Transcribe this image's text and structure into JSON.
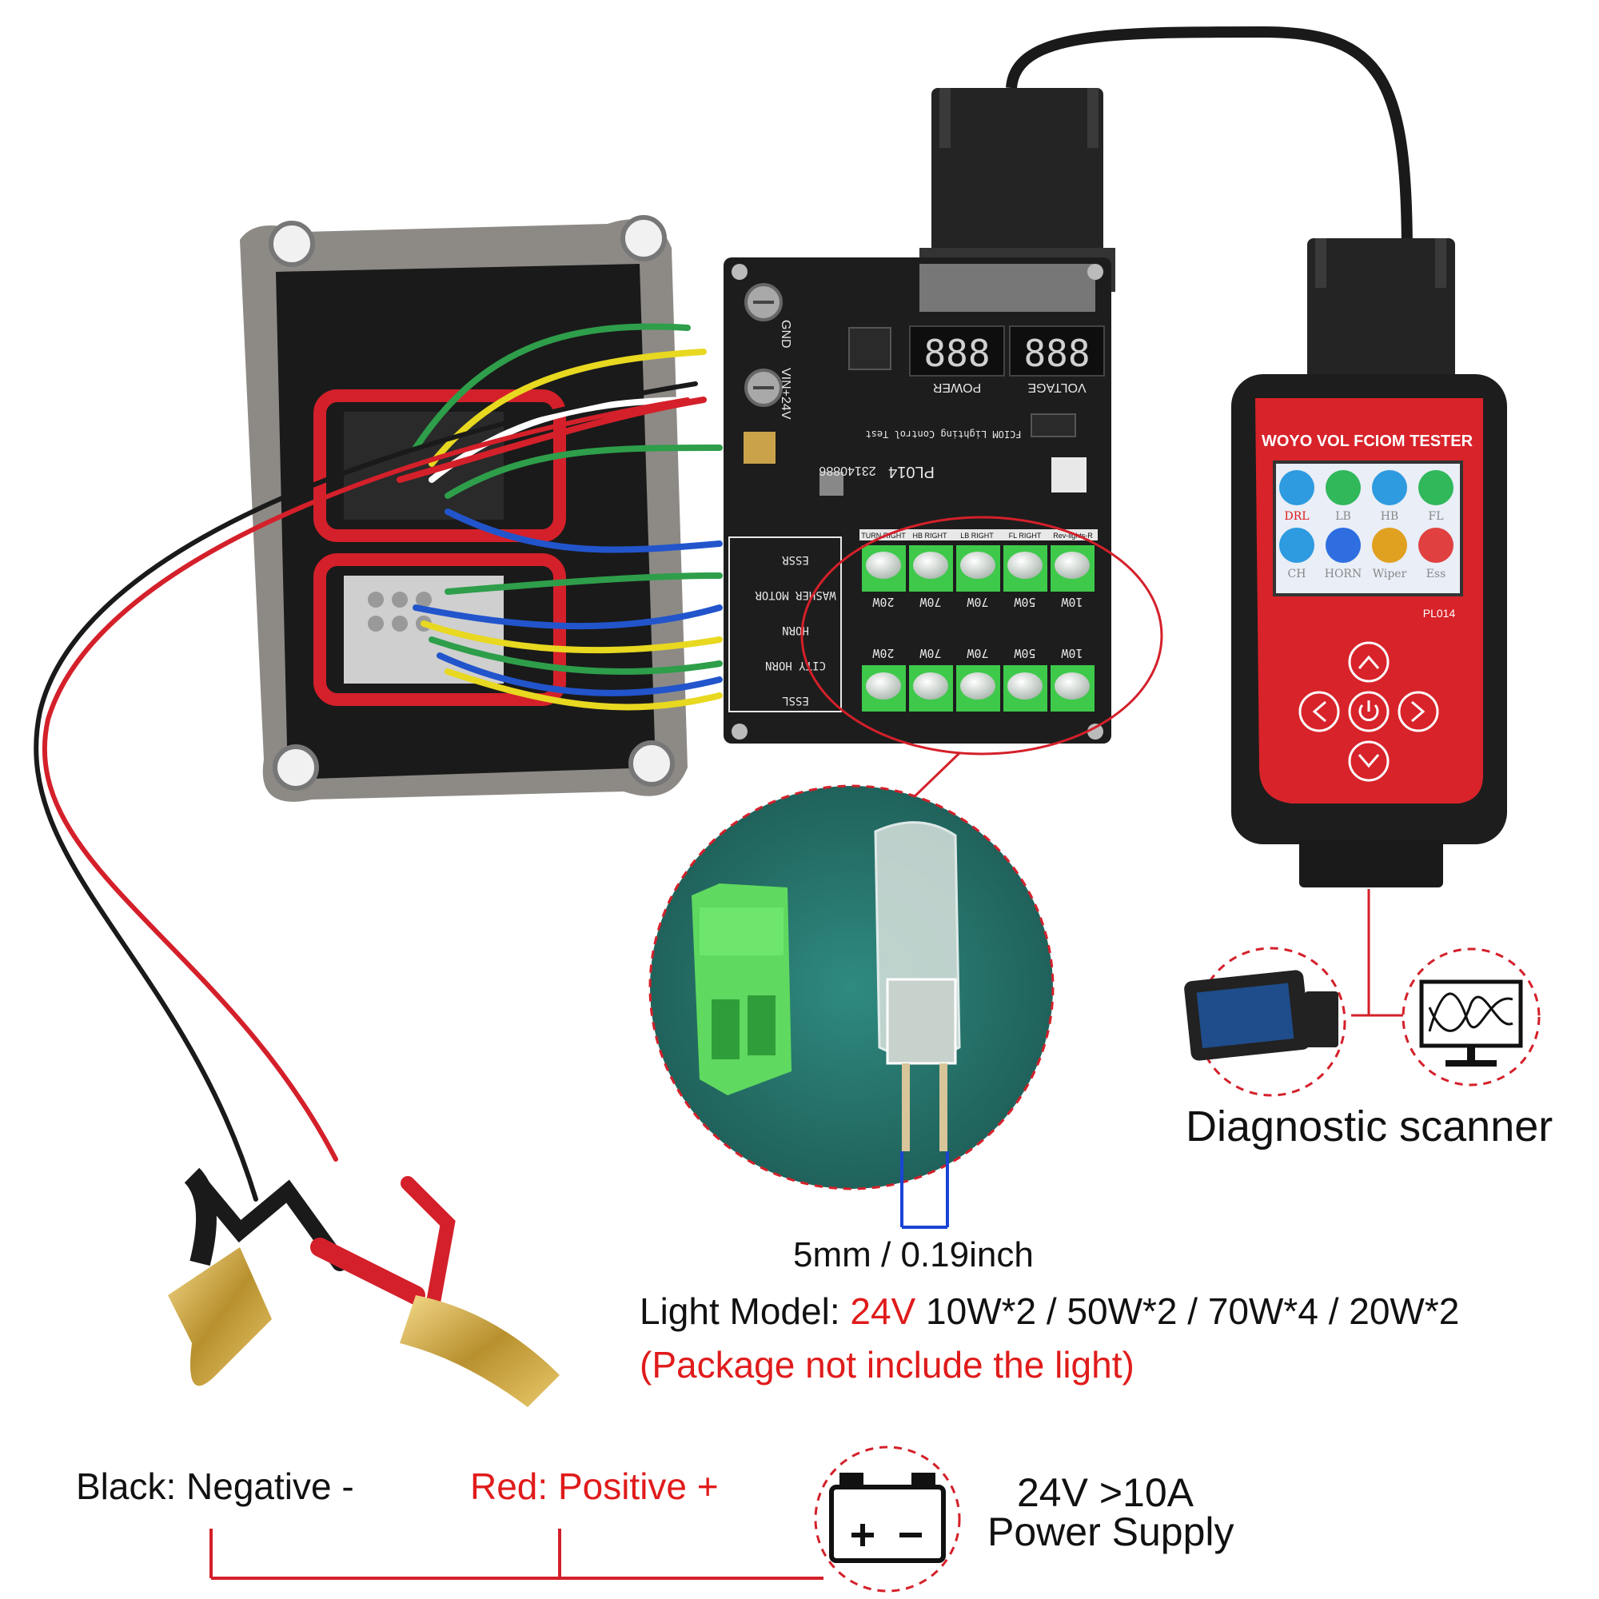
{
  "board": {
    "terminal_gnd": "GND",
    "terminal_vin": "VIN+24V",
    "display_power": "POWER",
    "display_voltage": "VOLTAGE",
    "digits_left": "888",
    "digits_right": "888",
    "board_title": "FCIOM Lighting Control Test",
    "model": "PL014",
    "serial": "23140886",
    "top_columns": [
      "TURN RIGHT",
      "HB RIGHT",
      "LB RIGHT",
      "FL RIGHT",
      "Rev-lights-R"
    ],
    "top_watts": [
      "20W",
      "70W",
      "70W",
      "50W",
      "10W"
    ],
    "bottom_watts": [
      "20W",
      "70W",
      "70W",
      "50W",
      "10W"
    ],
    "left_labels": [
      "ESSR",
      "WASHER MOTOR",
      "HORN",
      "CITY HORN",
      "ESSL"
    ]
  },
  "tester": {
    "title": "WOYO VOL FCIOM TESTER",
    "model": "PL014",
    "icons": [
      {
        "label": "DRL",
        "color": "#e01b1b"
      },
      {
        "label": "LB",
        "color": "#888888"
      },
      {
        "label": "HB",
        "color": "#888888"
      },
      {
        "label": "FL",
        "color": "#888888"
      },
      {
        "label": "CH",
        "color": "#888888"
      },
      {
        "label": "HORN",
        "color": "#888888"
      },
      {
        "label": "Wiper",
        "color": "#888888"
      },
      {
        "label": "Ess",
        "color": "#888888"
      }
    ],
    "buttons": [
      "up",
      "left",
      "power",
      "right",
      "down"
    ]
  },
  "labels": {
    "diagnostic_scanner": "Diagnostic scanner",
    "dimension": "5mm / 0.19inch",
    "light_model_prefix": "Light Model: ",
    "light_model_voltage": "24V",
    "light_model_spec": " 10W*2 / 50W*2 / 70W*4 / 20W*2",
    "package_note": "(Package not include the light)",
    "black_label": "Black: Negative -",
    "red_label": "Red: Positive +",
    "power_line1": "24V >10A",
    "power_line2": "Power Supply"
  },
  "colors": {
    "accent_red": "#e01b1b",
    "pcb": "#1d1d1d",
    "tester_body": "#d8232a",
    "terminal_green": "#3ec94a"
  }
}
